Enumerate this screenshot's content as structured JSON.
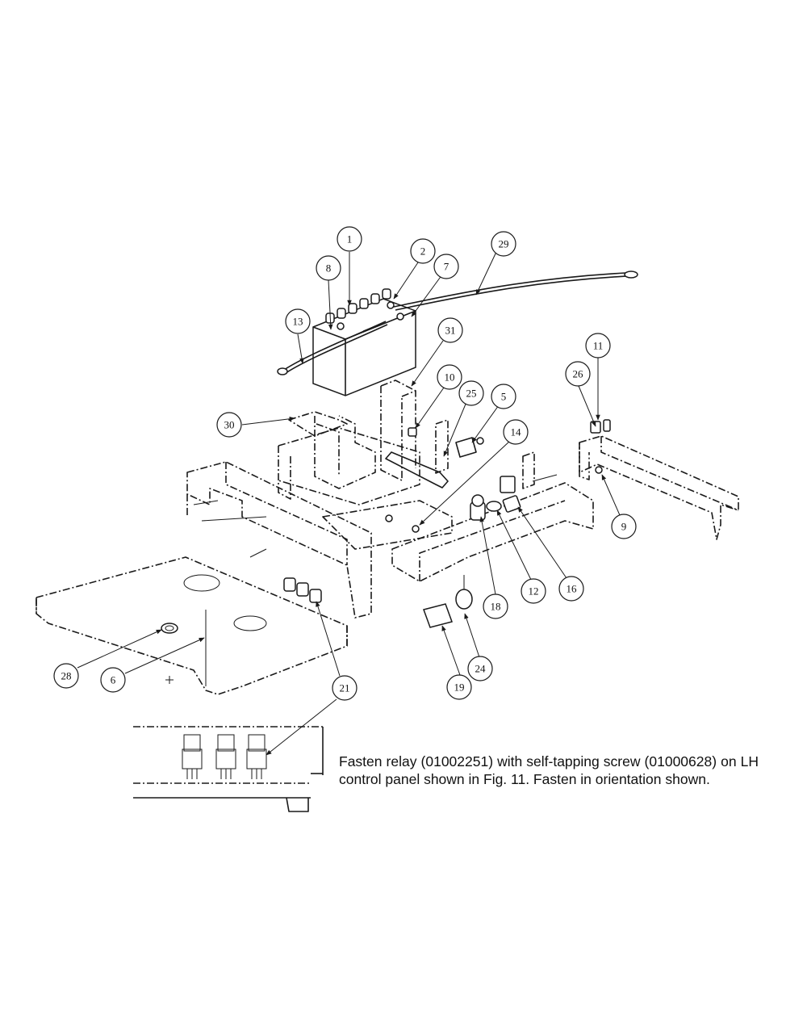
{
  "callouts": [
    "1",
    "2",
    "7",
    "8",
    "29",
    "13",
    "31",
    "10",
    "25",
    "5",
    "30",
    "14",
    "11",
    "26",
    "9",
    "18",
    "12",
    "16",
    "19",
    "24",
    "21",
    "28",
    "6"
  ],
  "note": "Fasten relay (01002251) with self-tapping screw (01000628) on LH control panel shown in Fig. 11. Fasten in orientation shown."
}
